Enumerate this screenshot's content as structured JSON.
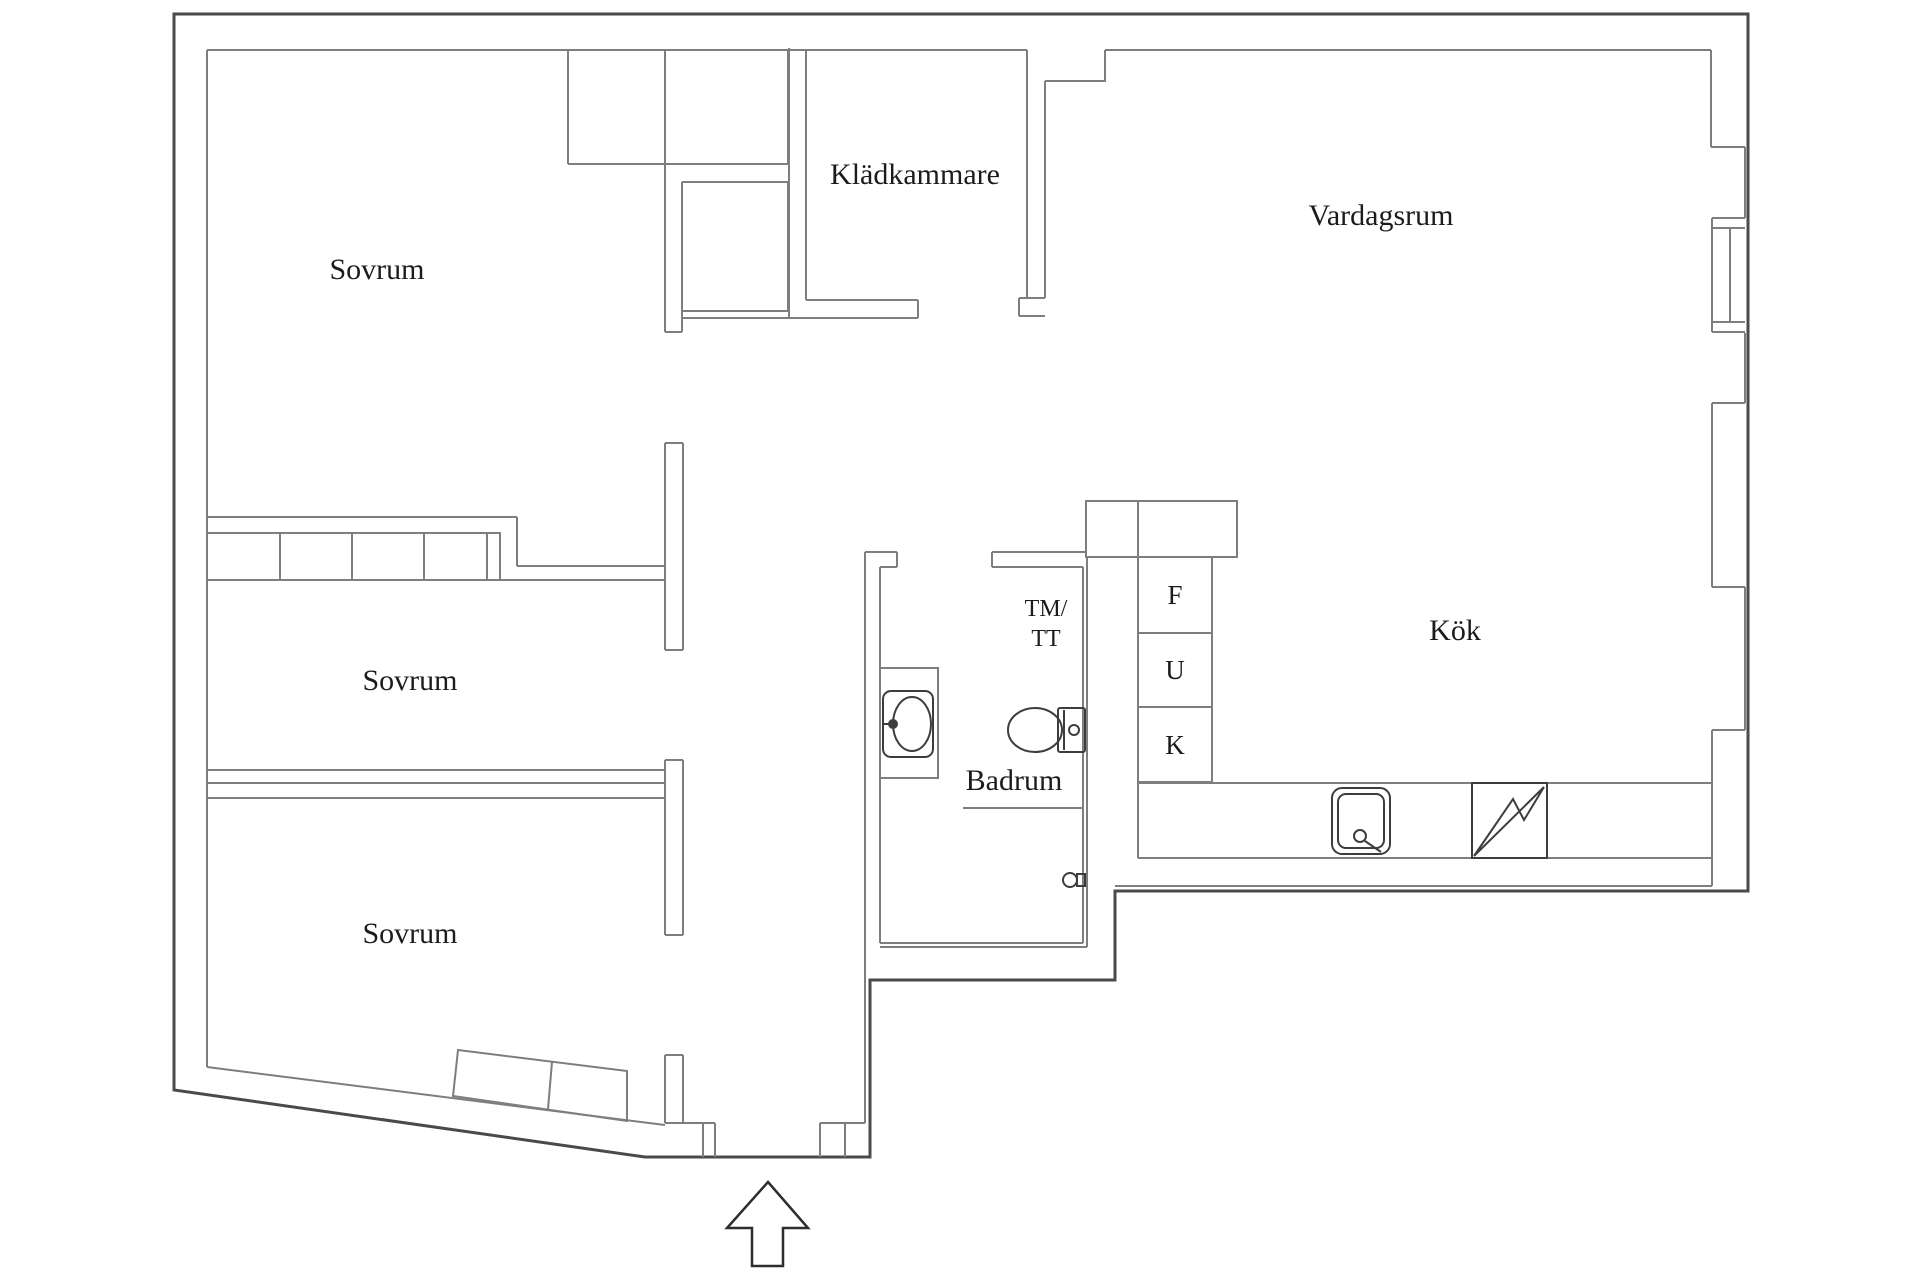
{
  "rooms": {
    "bedroom_top": "Sovrum",
    "bedroom_middle": "Sovrum",
    "bedroom_bottom": "Sovrum",
    "closet": "Klädkammare",
    "living_room": "Vardagsrum",
    "kitchen": "Kök",
    "bathroom": "Badrum"
  },
  "appliances": {
    "washer_line1": "TM/",
    "washer_line2": "TT",
    "fridge": "F",
    "unit_u": "U",
    "unit_k": "K"
  },
  "colors": {
    "background": "#ffffff",
    "outer_wall": "#4a4a4a",
    "inner_wall": "#7e7e7e",
    "fixture": "#3d3d3d",
    "text": "#1c1c1c"
  }
}
